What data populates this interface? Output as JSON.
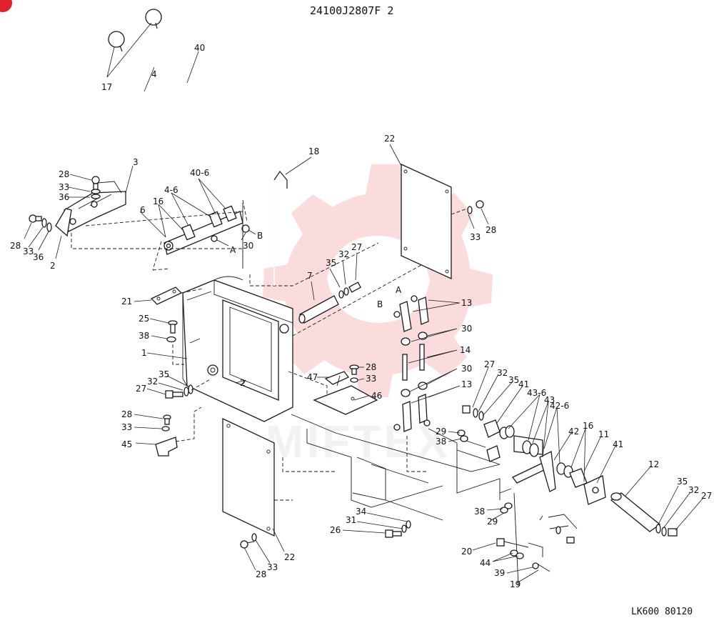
{
  "header": {
    "part_number": "24100J2807F 2"
  },
  "footer": {
    "figure_code": "LK600 80120"
  },
  "watermark": {
    "text": "MIFTEX",
    "color": "#f07070"
  },
  "badge": {
    "color": "#e0202a"
  },
  "callouts": {
    "c17": "17",
    "c4": "4",
    "c40": "40",
    "c3": "3",
    "c28a": "28",
    "c33a": "33",
    "c36a": "36",
    "c16": "16",
    "c4_6": "4-6",
    "c40_6": "40-6",
    "c6": "6",
    "c28b": "28",
    "c33b": "33",
    "c36b": "36",
    "c2": "2",
    "cA1": "A",
    "cB1": "B",
    "c30a": "30",
    "c18": "18",
    "c22a": "22",
    "c33c": "33",
    "c28c": "28",
    "c35a": "35",
    "c32a": "32",
    "c27a": "27",
    "c7": "7",
    "cA2": "A",
    "cB2": "B",
    "c13a": "13",
    "c30b": "30",
    "c14": "14",
    "c30c": "30",
    "c13b": "13",
    "c21": "21",
    "c25": "25",
    "c38a": "38",
    "c1": "1",
    "c35b": "35",
    "c32b": "32",
    "c27b": "27",
    "c28d": "28",
    "c33d": "33",
    "c45": "45",
    "c47": "47",
    "c28e": "28",
    "c33e": "33",
    "c46": "46",
    "c27c": "27",
    "c32c": "32",
    "c35c": "35",
    "c41a": "41",
    "c43_6": "43-6",
    "c43": "43",
    "c42_6": "42-6",
    "c42": "42",
    "c16b": "16",
    "c11": "11",
    "c41b": "41",
    "c29a": "29",
    "c38b": "38",
    "c12": "12",
    "c35d": "35",
    "c32d": "32",
    "c27d": "27",
    "c38c": "38",
    "c29b": "29",
    "c34": "34",
    "c31": "31",
    "c26": "26",
    "c20": "20",
    "c44": "44",
    "c39": "39",
    "c19": "19",
    "c22b": "22",
    "c33f": "33",
    "c28f": "28"
  }
}
